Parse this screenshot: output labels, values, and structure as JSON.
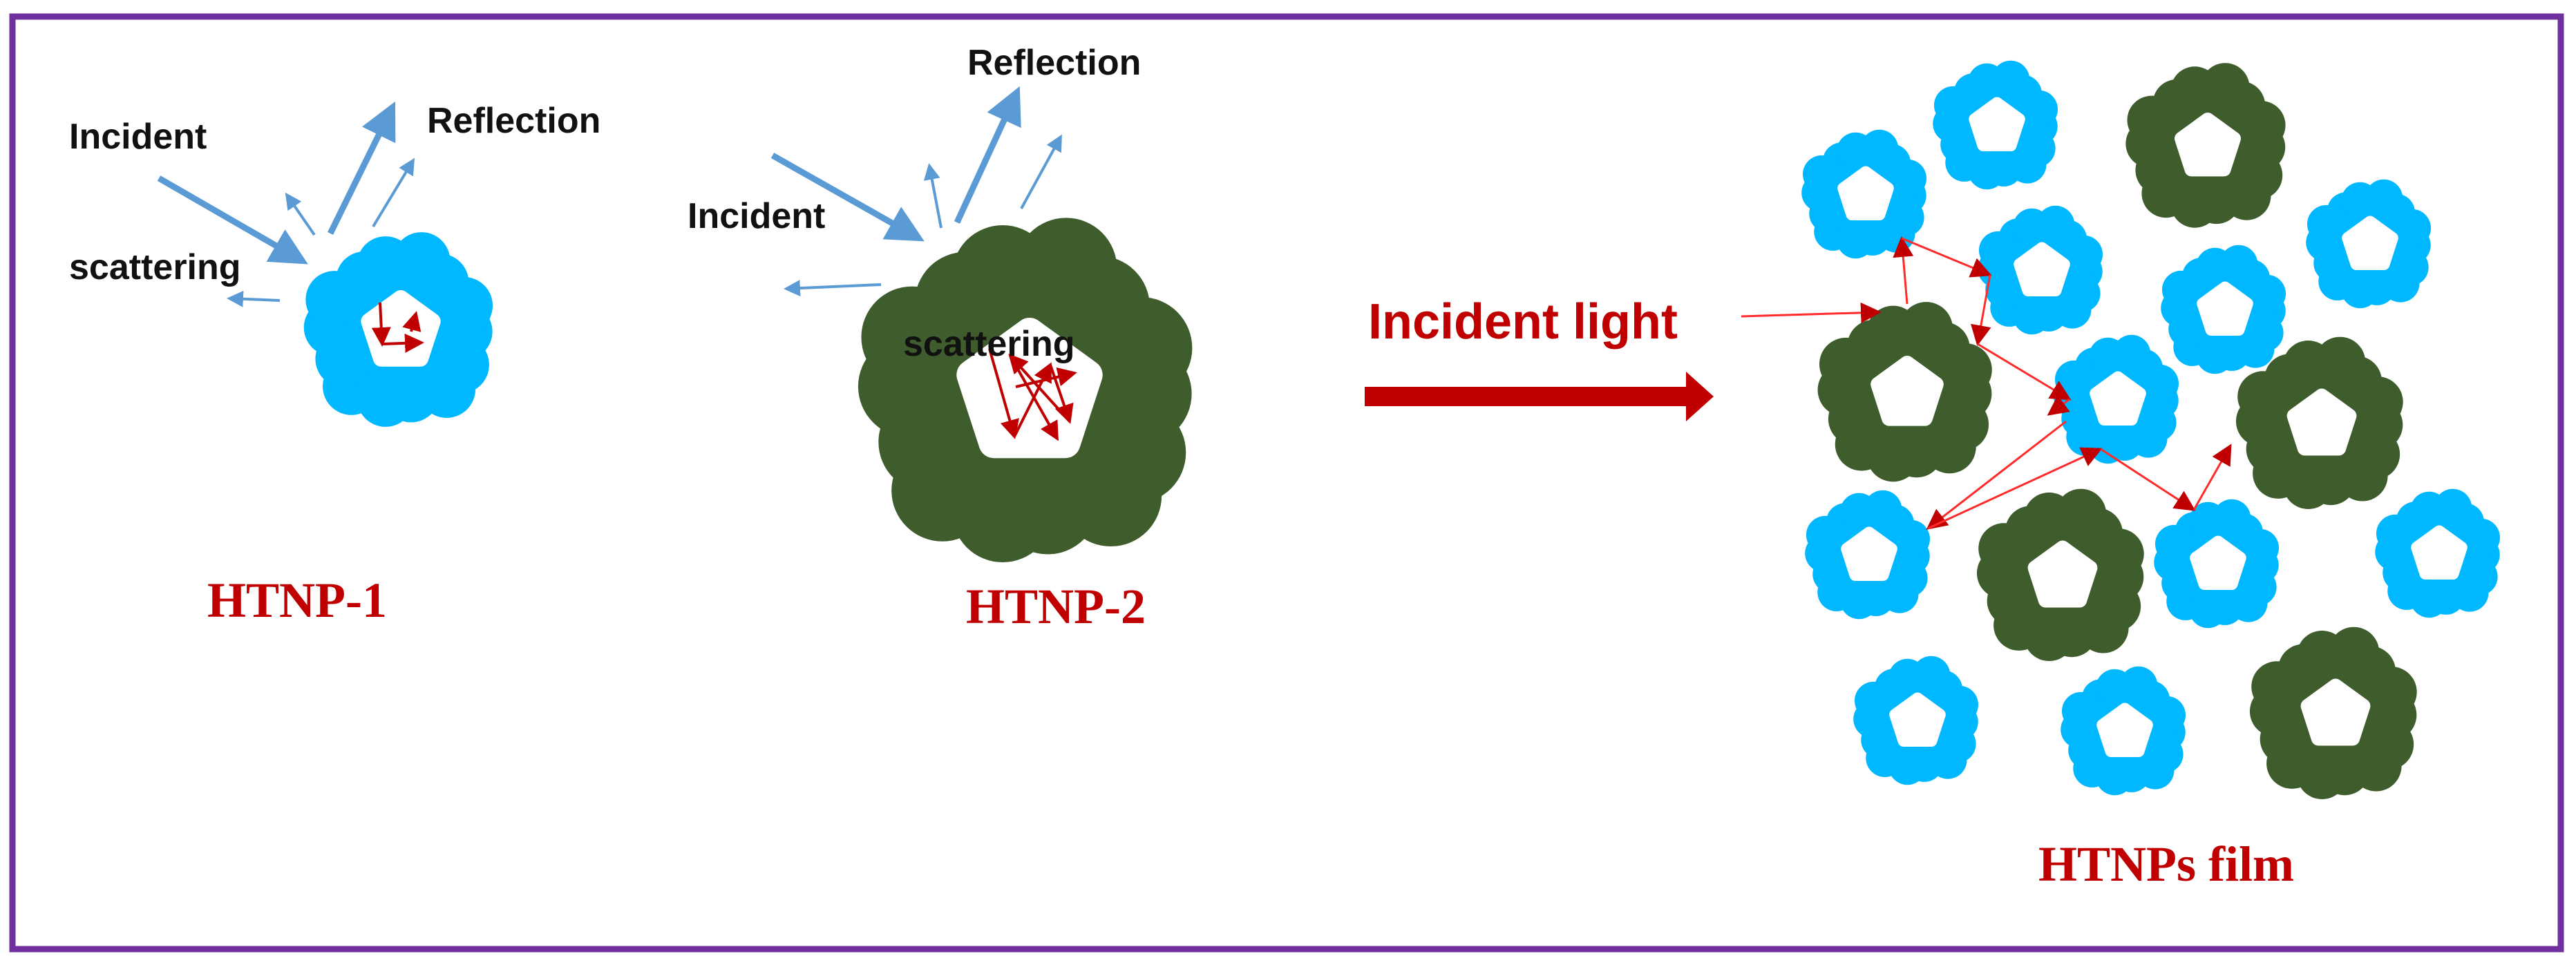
{
  "colors": {
    "frame": "#7030a0",
    "blue_particle": "#00b8ff",
    "green_particle": "#3e5c2c",
    "blue_arrow": "#5b9bd5",
    "red": "#c00000"
  },
  "htnp1": {
    "incident": "Incident",
    "reflection": "Reflection",
    "scattering": "scattering",
    "caption": "HTNP-1"
  },
  "htnp2": {
    "incident": "Incident",
    "reflection": "Reflection",
    "scattering": "scattering",
    "caption": "HTNP-2"
  },
  "transition": {
    "label": "Incident light"
  },
  "film": {
    "caption": "HTNPs film"
  }
}
